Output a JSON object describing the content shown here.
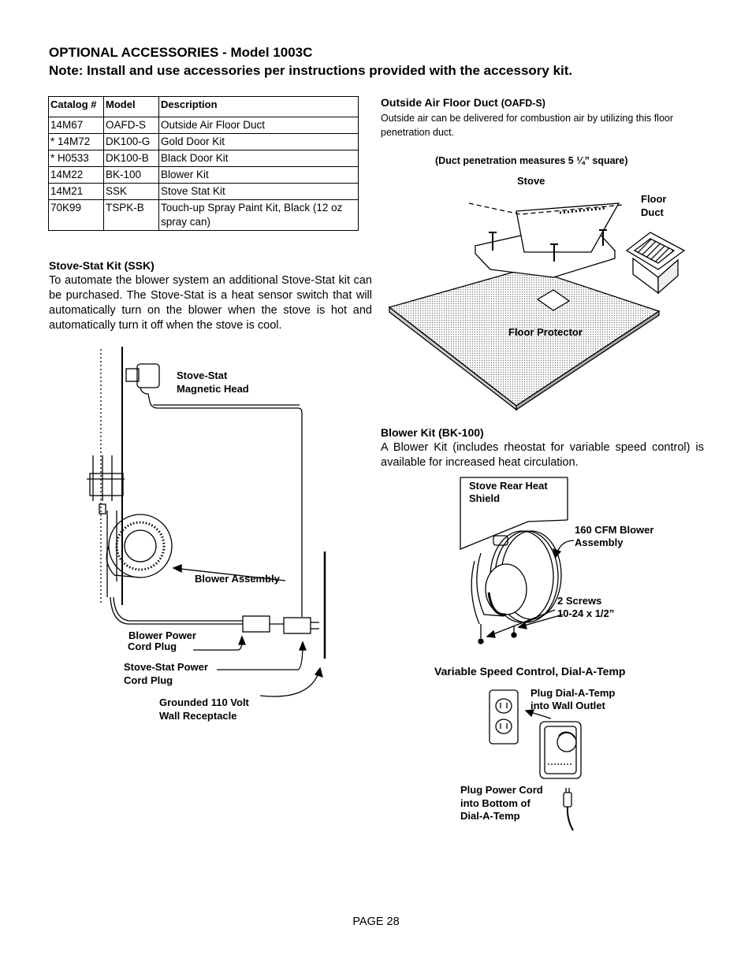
{
  "header": {
    "title": "OPTIONAL ACCESSORIES - Model 1003C",
    "note": "Note:  Install and use accessories per instructions provided with the accessory kit."
  },
  "table": {
    "headers": [
      "Catalog #",
      "Model",
      "Description"
    ],
    "rows": [
      [
        "14M67",
        "OAFD-S",
        "Outside Air Floor Duct"
      ],
      [
        "* 14M72",
        "DK100-G",
        "Gold Door Kit"
      ],
      [
        "* H0533",
        "DK100-B",
        "Black Door Kit"
      ],
      [
        "14M22",
        "BK-100",
        "Blower Kit"
      ],
      [
        "14M21",
        "SSK",
        "Stove Stat Kit"
      ],
      [
        "70K99",
        "TSPK-B",
        "Touch-up Spray Paint Kit, Black (12 oz spray can)"
      ]
    ]
  },
  "ssk": {
    "title": "Stove-Stat Kit (SSK)",
    "body": "To automate the blower system an additional Stove-Stat kit can be purchased. The Stove-Stat is a heat sensor switch that will automatically turn on the blower when the stove is hot and automatically turn it off when the stove is cool.",
    "labels": {
      "magnetic_head_1": "Stove-Stat",
      "magnetic_head_2": "Magnetic Head",
      "blower_assembly": "Blower Assembly",
      "blower_cord_1": "Blower Power",
      "blower_cord_2": "Cord Plug",
      "stat_cord_1": "Stove-Stat Power",
      "stat_cord_2": "Cord Plug",
      "receptacle_1": "Grounded 110 Volt",
      "receptacle_2": "Wall Receptacle"
    }
  },
  "oafd": {
    "title": "Outside Air Floor Duct",
    "code": "(OAFD-S)",
    "body": "Outside air can be delivered for combustion air by utilizing this floor penetration duct.",
    "note": "(Duct penetration measures 5 ¼” square)",
    "labels": {
      "stove": "Stove",
      "floor_duct_1": "Floor",
      "floor_duct_2": "Duct",
      "floor_protector": "Floor Protector"
    }
  },
  "blower": {
    "title": "Blower Kit (BK-100)",
    "body": "A Blower Kit (includes rheostat for variable speed control) is available for increased heat circulation.",
    "labels": {
      "shield_1": "Stove Rear Heat",
      "shield_2": "Shield",
      "assembly_1": "160 CFM Blower",
      "assembly_2": "Assembly",
      "screws_1": "2 Screws",
      "screws_2": "10-24 x 1/2”"
    }
  },
  "dial": {
    "title": "Variable Speed Control, Dial-A-Temp",
    "labels": {
      "plug_1": "Plug Dial-A-Temp",
      "plug_2": "into Wall Outlet",
      "cord_1": "Plug Power Cord",
      "cord_2": "into Bottom of",
      "cord_3": "Dial-A-Temp"
    }
  },
  "footer": {
    "page": "PAGE 28"
  }
}
